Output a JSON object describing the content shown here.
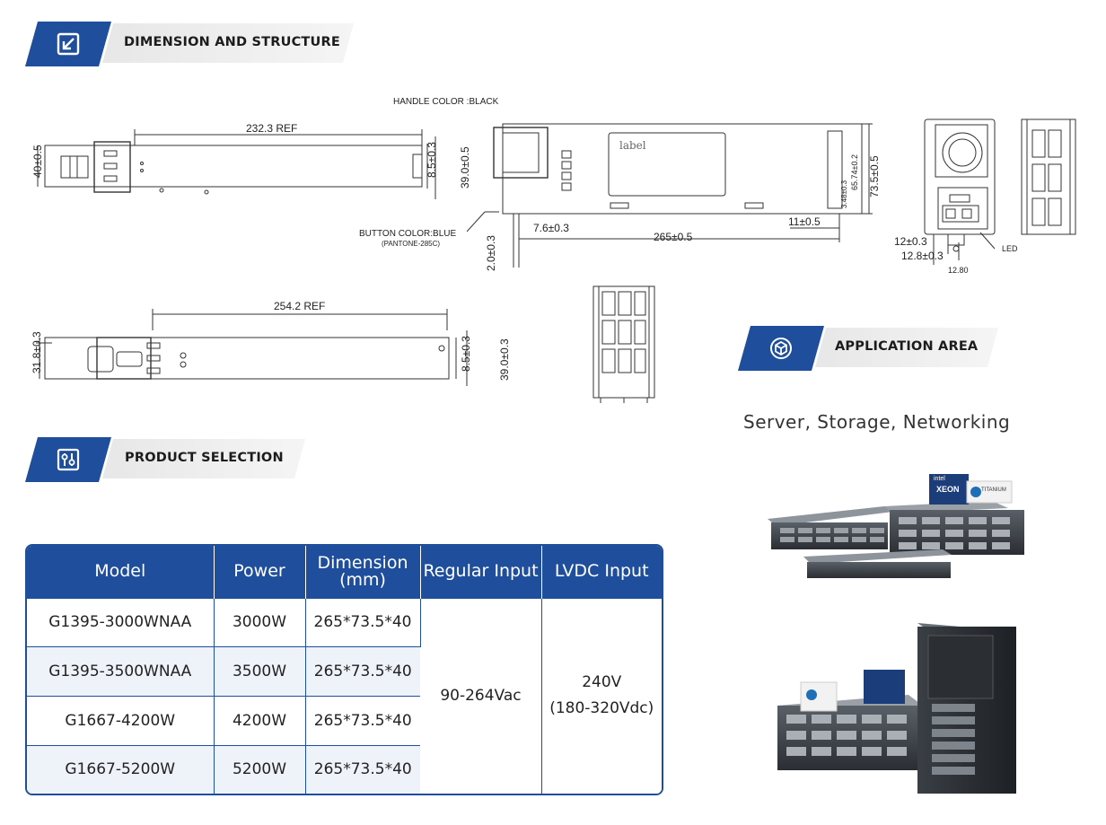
{
  "sections": {
    "dimension": {
      "title": "DIMENSION AND STRUCTURE",
      "icon": "resize-arrow-icon"
    },
    "selection": {
      "title": "PRODUCT SELECTION",
      "icon": "sliders-icon"
    },
    "application": {
      "title": "APPLICATION AREA",
      "icon": "cube-network-icon"
    }
  },
  "drawings": {
    "side_top": {
      "width_ref": "232.3 REF",
      "height": "40±0.5",
      "offset": "8.5±0.3",
      "total_height": "39.0±0.5"
    },
    "side_bottom": {
      "width_ref": "254.2 REF",
      "height": "31.8±0.3",
      "offset": "8.5±0.3",
      "total_height": "39.0±0.3"
    },
    "top_view": {
      "handle_color": "HANDLE COLOR :BLACK",
      "button_color": "BUTTON COLOR:BLUE",
      "button_pantone": "(PANTONE-285C)",
      "label_text": "label",
      "dim_thickness": "2.0±0.3",
      "dim_offset": "7.6±0.3",
      "dim_length": "265±0.5",
      "dim_end": "11±0.5",
      "dim_height": "73.5±0.5",
      "dim_inner": "65.74±0.2",
      "dim_small": "3.48±0.3"
    },
    "front_view": {
      "dim_a": "12±0.3",
      "dim_b": "12.8±0.3",
      "dim_c": "12.80",
      "led": "LED"
    }
  },
  "product_table": {
    "headers": [
      "Model",
      "Power",
      "Dimension\n(mm)",
      "Regular Input",
      "LVDC Input"
    ],
    "header_dimension_l1": "Dimension",
    "header_dimension_l2": "(mm)",
    "rows": [
      {
        "model": "G1395-3000WNAA",
        "power": "3000W",
        "dimension": "265*73.5*40"
      },
      {
        "model": "G1395-3500WNAA",
        "power": "3500W",
        "dimension": "265*73.5*40"
      },
      {
        "model": "G1667-4200W",
        "power": "4200W",
        "dimension": "265*73.5*40"
      },
      {
        "model": "G1667-5200W",
        "power": "5200W",
        "dimension": "265*73.5*40"
      }
    ],
    "regular_input": "90-264Vac",
    "lvdc_line1": "240V",
    "lvdc_line2": "(180-320Vdc)"
  },
  "application": {
    "text": "Server, Storage, Networking",
    "badge1_brand": "intel",
    "badge1_product": "XEON",
    "badge2_brand": "TITANIUM"
  }
}
